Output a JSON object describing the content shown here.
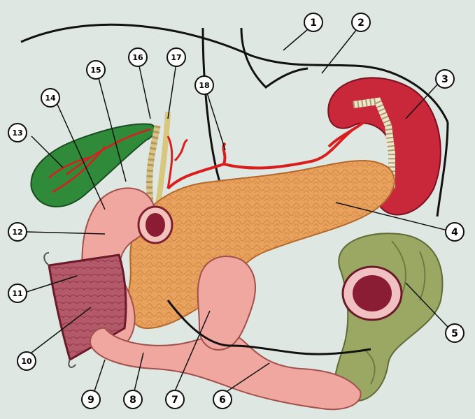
{
  "figure": {
    "background": "#dfe7e2",
    "labels": [
      {
        "id": "1",
        "text": "1"
      },
      {
        "id": "2",
        "text": "2"
      },
      {
        "id": "3",
        "text": "3"
      },
      {
        "id": "4",
        "text": "4"
      },
      {
        "id": "5",
        "text": "5"
      },
      {
        "id": "6",
        "text": "6"
      },
      {
        "id": "7",
        "text": "7"
      },
      {
        "id": "8",
        "text": "8"
      },
      {
        "id": "9",
        "text": "9"
      },
      {
        "id": "10",
        "text": "10"
      },
      {
        "id": "11",
        "text": "11"
      },
      {
        "id": "12",
        "text": "12"
      },
      {
        "id": "13",
        "text": "13"
      },
      {
        "id": "14",
        "text": "14"
      },
      {
        "id": "15",
        "text": "15"
      },
      {
        "id": "16",
        "text": "16"
      },
      {
        "id": "17",
        "text": "17"
      },
      {
        "id": "18",
        "text": "18"
      }
    ],
    "colors": {
      "pancreas": "#e9a25e",
      "intestine": "#f0a7a0",
      "spleen": "#c8283a",
      "gallbladder": "#2f8a3a",
      "colon": "#9aa864",
      "artery": "#d91e1e",
      "outline": "#111111"
    }
  }
}
